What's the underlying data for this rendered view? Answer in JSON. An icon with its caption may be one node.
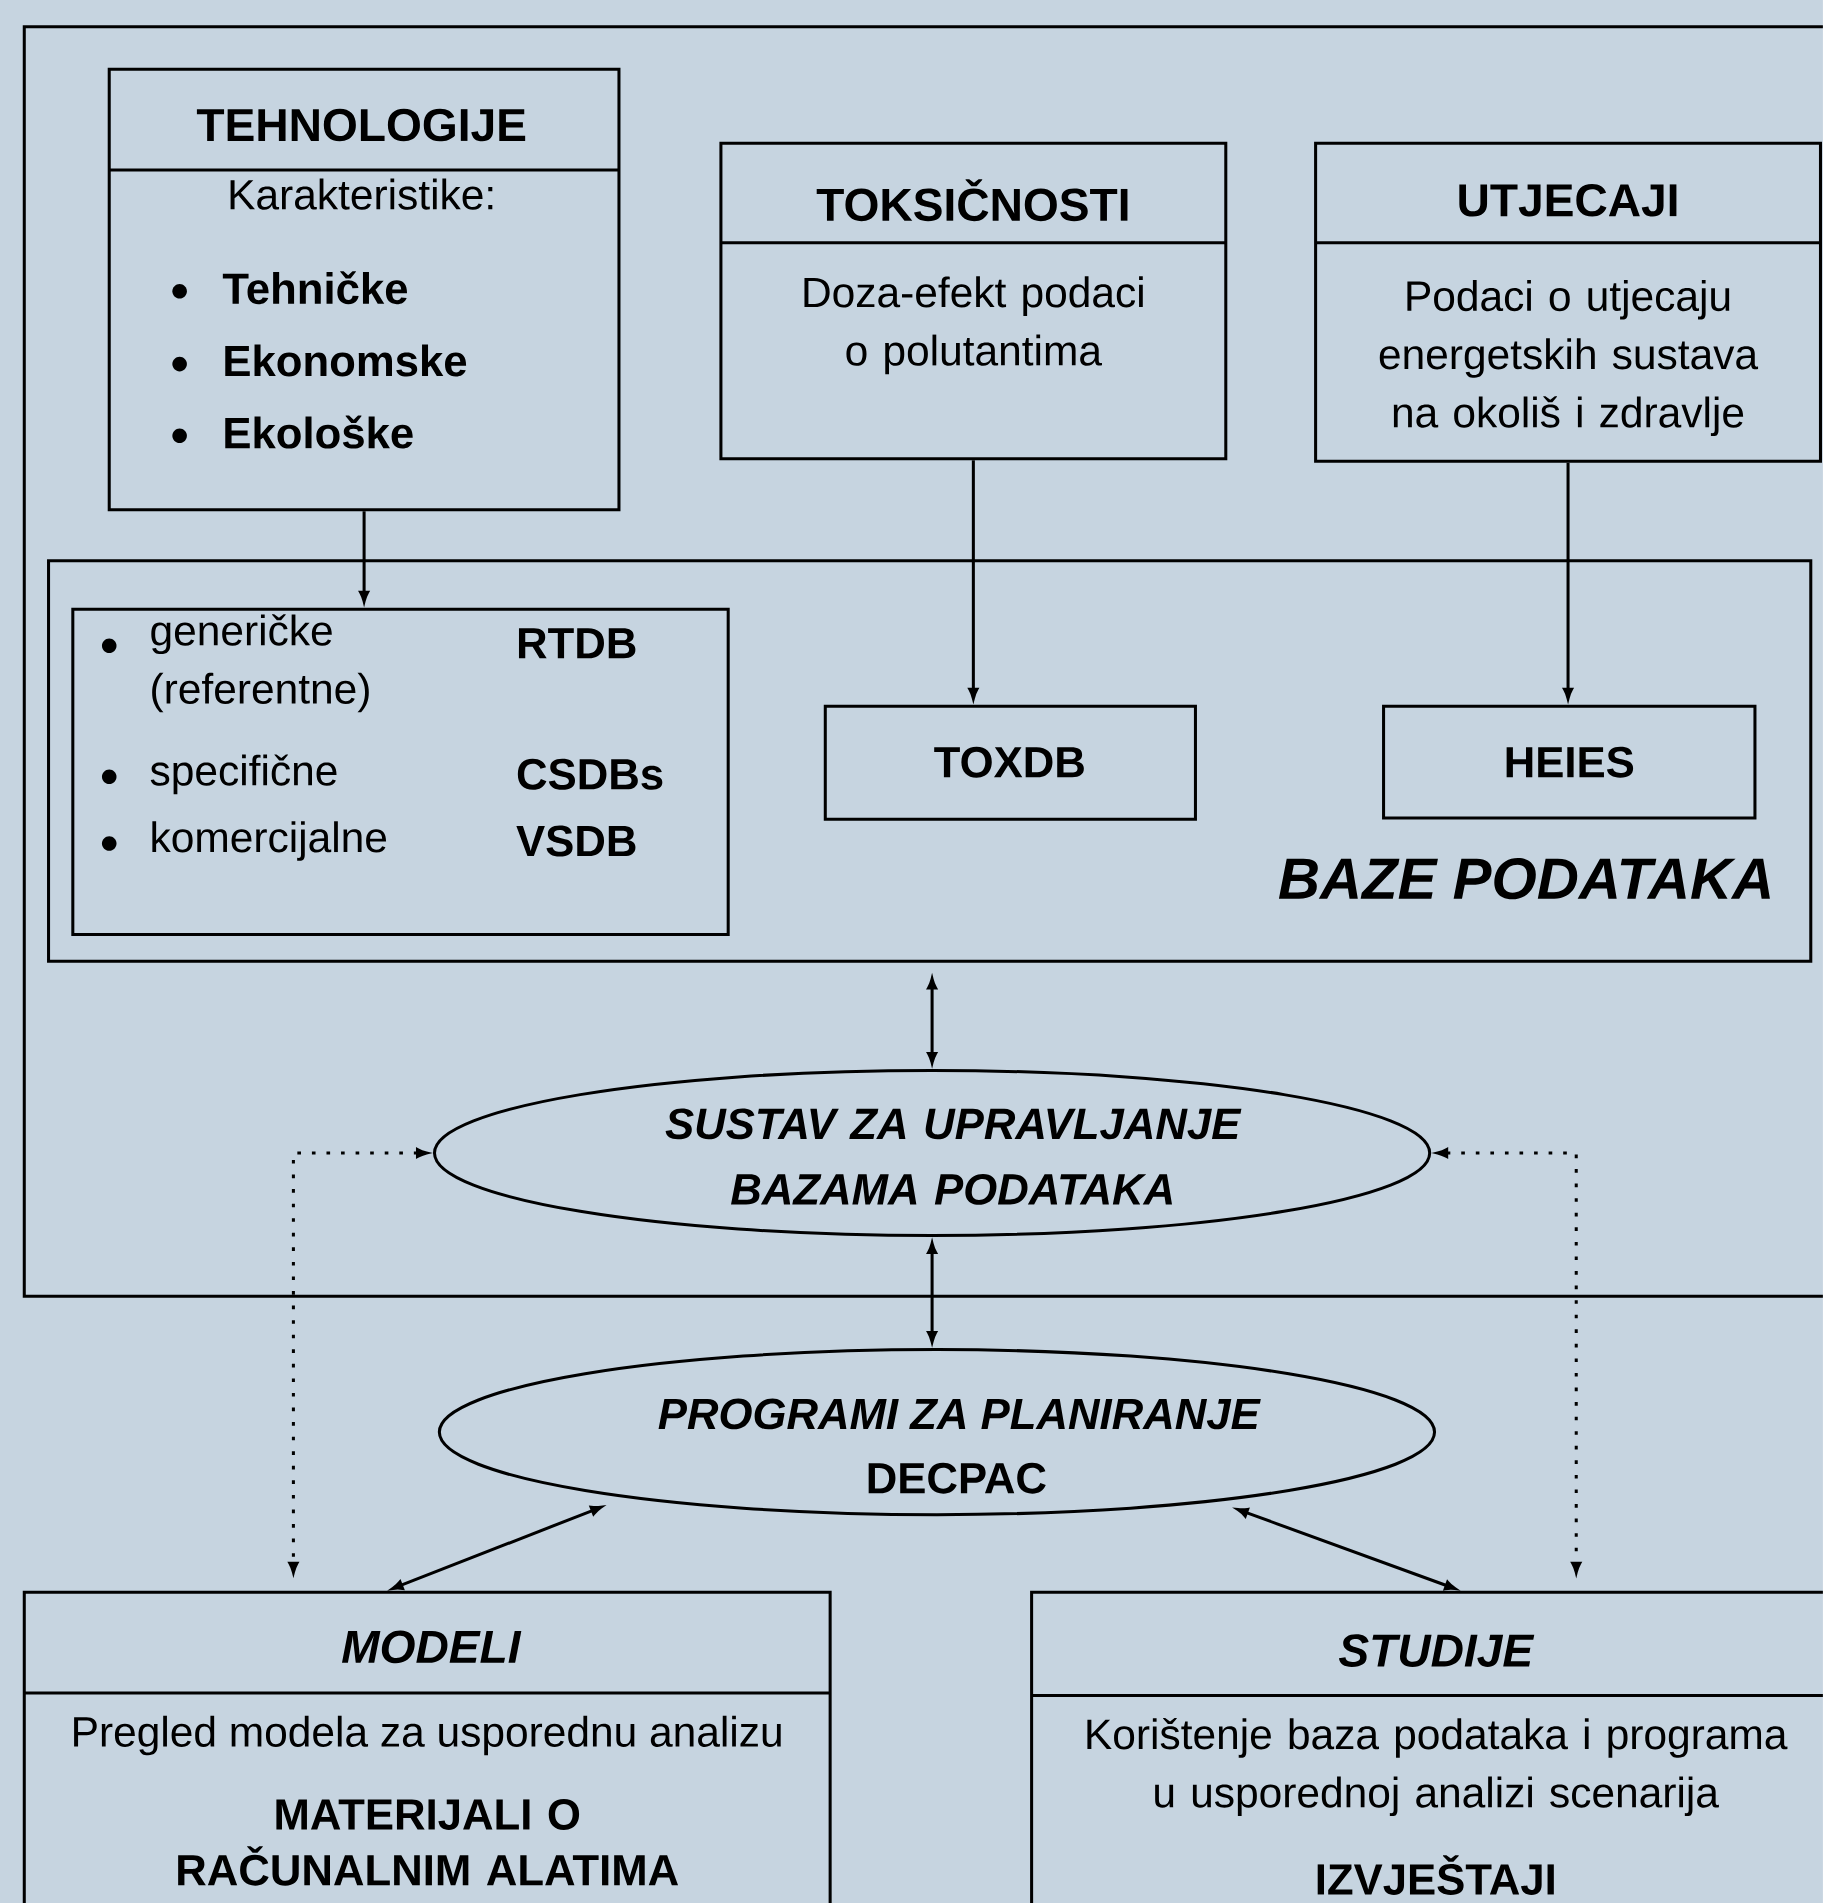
{
  "diagram": {
    "nodes": [
      {
        "text": [
          "TEHNOLOGIJE",
          "Karakteristike:",
          "Tehničke",
          "Ekonomske",
          "Ekološke"
        ]
      },
      {
        "text": [
          "TOKSIČNOSTI",
          "Doza-efekt podaci o polutantima"
        ]
      },
      {
        "text": [
          "UTJECAJI",
          "Podaci o utjecaju energetskih sustava na okoliš i zdravlje"
        ]
      },
      {
        "text": [
          "BAZE PODATAKA"
        ]
      },
      {
        "text": [
          "generičke (referentne)",
          "RTDB",
          "specifične",
          "CSDBs",
          "komercijalne",
          "VSDB"
        ],
        "in": 3
      },
      {
        "text": [
          "TOXDB"
        ],
        "in": 3
      },
      {
        "text": [
          "HEIES"
        ],
        "in": 3
      },
      {
        "text": [
          "SUSTAV ZA UPRAVLJANJE BAZAMA PODATAKA"
        ]
      },
      {
        "text": [
          "PROGRAMI ZA PLANIRANJE",
          "DECPAC"
        ]
      },
      {
        "text": [
          "MODELI",
          "Pregled modela za usporednu analizu",
          "MATERIJALI O RAČUNALNIM ALATIMA"
        ]
      },
      {
        "text": [
          "STUDIJE",
          "Korištenje baza podataka i programa u usporednoj analizi scenarija",
          "IZVJEŠTAJI"
        ]
      }
    ],
    "edges": [
      {
        "from": 0,
        "to": 4,
        "arrow": "to"
      },
      {
        "from": 1,
        "to": 5,
        "arrow": "to"
      },
      {
        "from": 2,
        "to": 6,
        "arrow": "to"
      },
      {
        "from": 3,
        "to": 7,
        "arrow": "both"
      },
      {
        "from": 7,
        "to": 8,
        "arrow": "both"
      },
      {
        "from": 8,
        "to": 9,
        "arrow": "both"
      },
      {
        "from": 8,
        "to": 10,
        "arrow": "both"
      },
      {
        "from": 7,
        "to": 9,
        "arrow": "both",
        "style": "dashed"
      },
      {
        "from": 7,
        "to": 10,
        "arrow": "both",
        "style": "dashed"
      }
    ]
  }
}
